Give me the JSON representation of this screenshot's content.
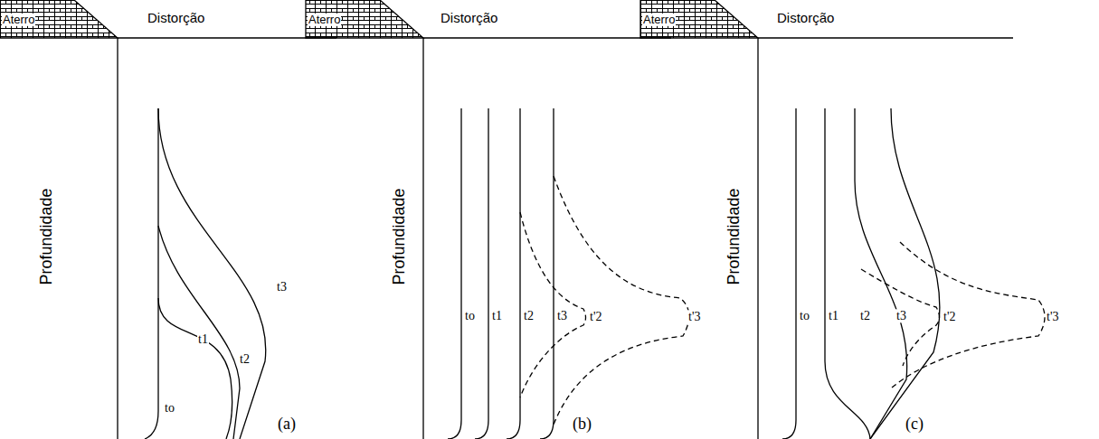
{
  "diagram": {
    "labels": [
      "Aterro",
      "Distorção",
      "Profundidade",
      "to",
      "t1",
      "t2",
      "t3",
      "(a)",
      "Aterro",
      "Distorção",
      "Profundidade",
      "to",
      "t1",
      "t2",
      "t3",
      "t'2",
      "t'3",
      "(b)",
      "Aterro",
      "Distorção",
      "Profundidade",
      "to",
      "t1",
      "t2",
      "t3",
      "t'2",
      "t'3",
      "(c)"
    ]
  }
}
